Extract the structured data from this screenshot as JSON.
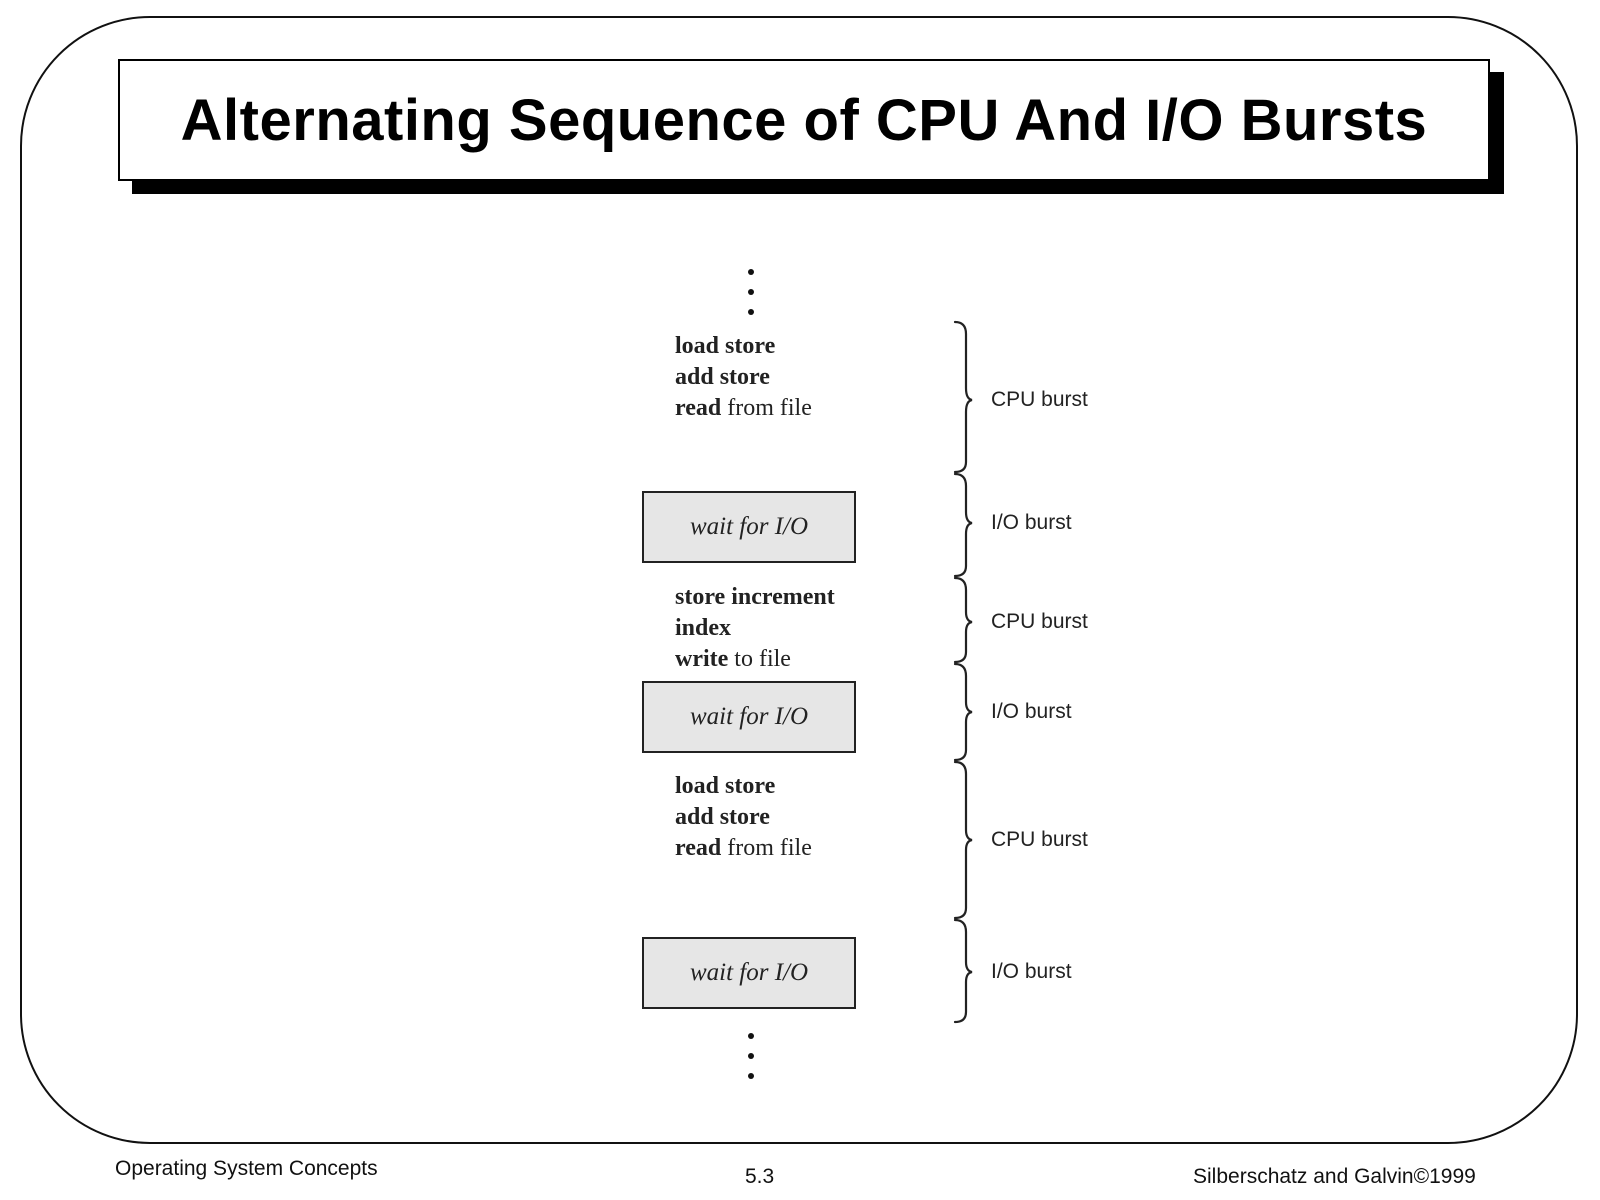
{
  "title": "Alternating Sequence of CPU And I/O Bursts",
  "diagram": {
    "blocks": [
      {
        "kind": "code",
        "lines": [
          [
            {
              "t": "load store",
              "b": true
            }
          ],
          [
            {
              "t": "add store",
              "b": true
            }
          ],
          [
            {
              "t": "read",
              "b": true
            },
            {
              "t": " from file",
              "b": false
            }
          ]
        ]
      },
      {
        "kind": "wait",
        "label": "wait for I/O"
      },
      {
        "kind": "code",
        "lines": [
          [
            {
              "t": "store increment",
              "b": true
            }
          ],
          [
            {
              "t": "index",
              "b": true
            }
          ],
          [
            {
              "t": "write",
              "b": true
            },
            {
              "t": " to file",
              "b": false
            }
          ]
        ]
      },
      {
        "kind": "wait",
        "label": "wait for I/O"
      },
      {
        "kind": "code",
        "lines": [
          [
            {
              "t": "load store",
              "b": true
            }
          ],
          [
            {
              "t": "add store",
              "b": true
            }
          ],
          [
            {
              "t": "read",
              "b": true
            },
            {
              "t": " from file",
              "b": false
            }
          ]
        ]
      },
      {
        "kind": "wait",
        "label": "wait for I/O"
      }
    ],
    "bursts": [
      {
        "label": "CPU burst"
      },
      {
        "label": "I/O burst"
      },
      {
        "label": "CPU burst"
      },
      {
        "label": "I/O burst"
      },
      {
        "label": "CPU burst"
      },
      {
        "label": "I/O burst"
      }
    ]
  },
  "footer": {
    "left": "Operating System Concepts",
    "center": "5.3",
    "right": "Silberschatz and Galvin©1999"
  }
}
